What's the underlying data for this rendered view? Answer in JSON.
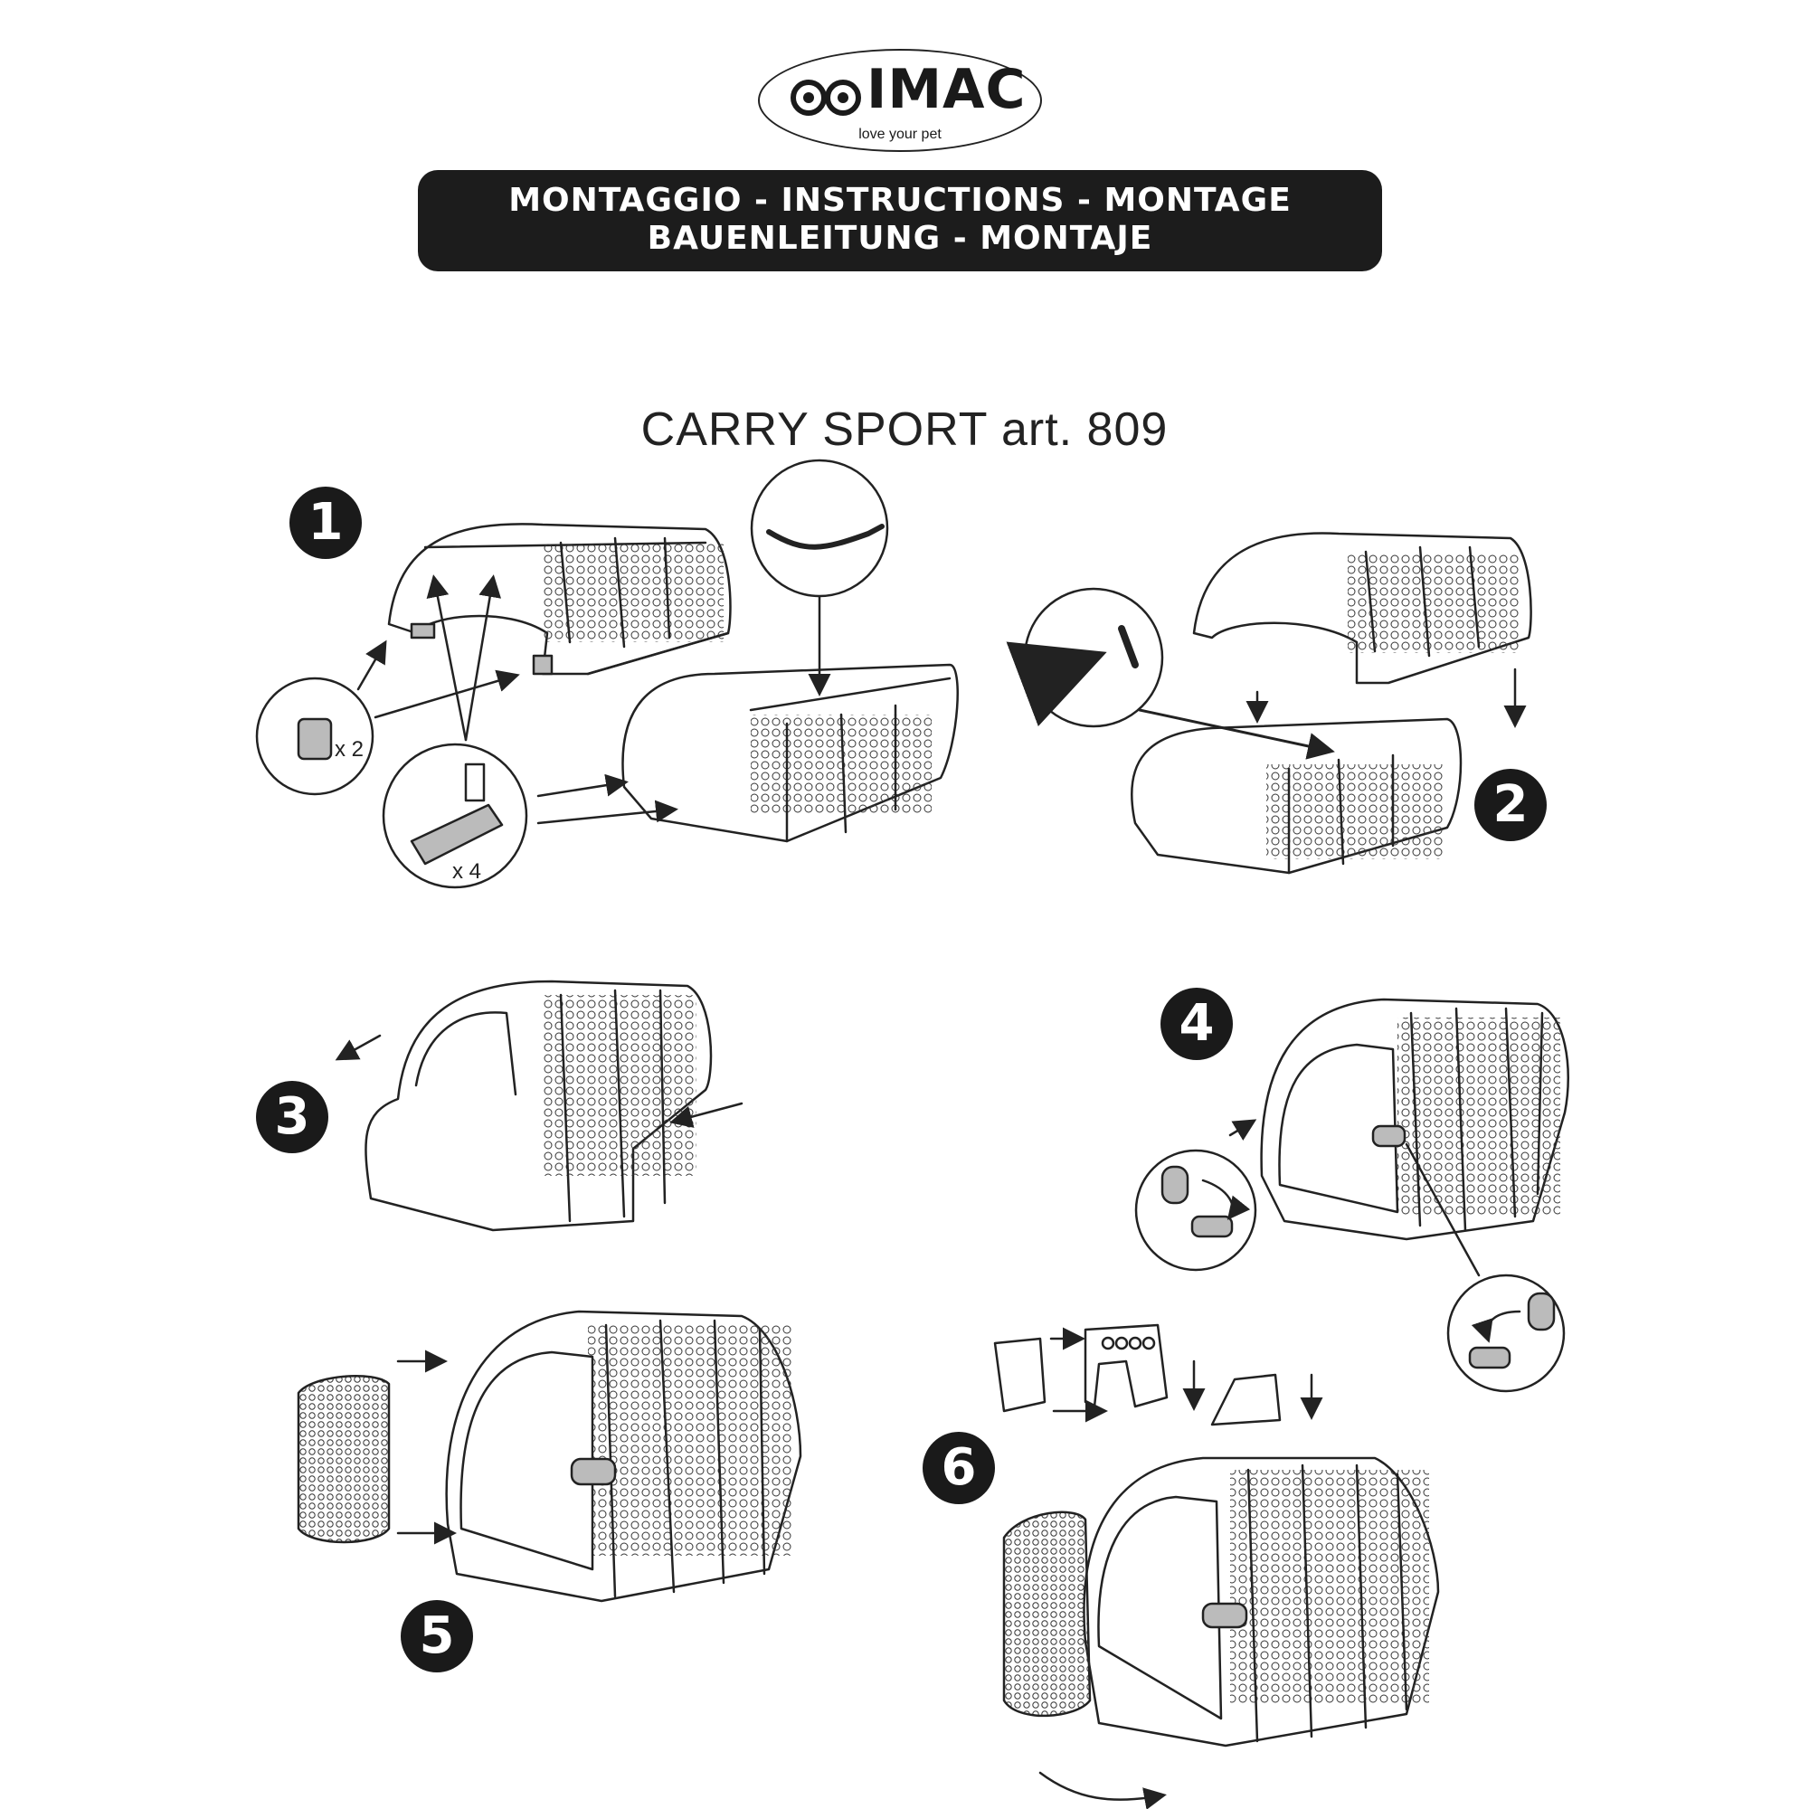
{
  "logo": {
    "brand": "IMAC",
    "tagline": "love your pet"
  },
  "banner": {
    "line1": "MONTAGGIO - INSTRUCTIONS - MONTAGE",
    "line2": "BAUENLEITUNG - MONTAJE"
  },
  "title": "CARRY SPORT art. 809",
  "steps": [
    "1",
    "2",
    "3",
    "4",
    "5",
    "6"
  ],
  "quantities": {
    "clip_parts": "x 2",
    "hinge_parts": "x 4"
  },
  "colors": {
    "ink": "#1a1a1a",
    "banner_bg": "#1c1c1c",
    "part_gray": "#b8b8b8"
  }
}
